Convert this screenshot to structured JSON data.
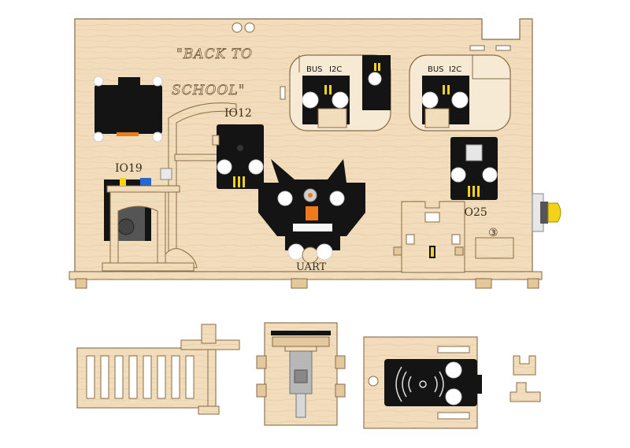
{
  "labels": {
    "slogan_line1": "\"BACK TO",
    "slogan_line2": "SCHOOL\"",
    "io12": "IO12",
    "io19": "IO19",
    "io25": "IO25",
    "uart": "UART",
    "bus_left": "BUS",
    "i2c_left": "I2C",
    "bus_right": "BUS",
    "i2c_right": "I2C",
    "circled_number": "③"
  },
  "colors": {
    "wood": "#f1dcbb",
    "wood_edge": "#8a6b45",
    "wood_dark": "#e3c89e",
    "module": "#141414",
    "accent_orange": "#f07a1a",
    "accent_yellow": "#f2d21a",
    "text_brown": "#6b5230"
  }
}
